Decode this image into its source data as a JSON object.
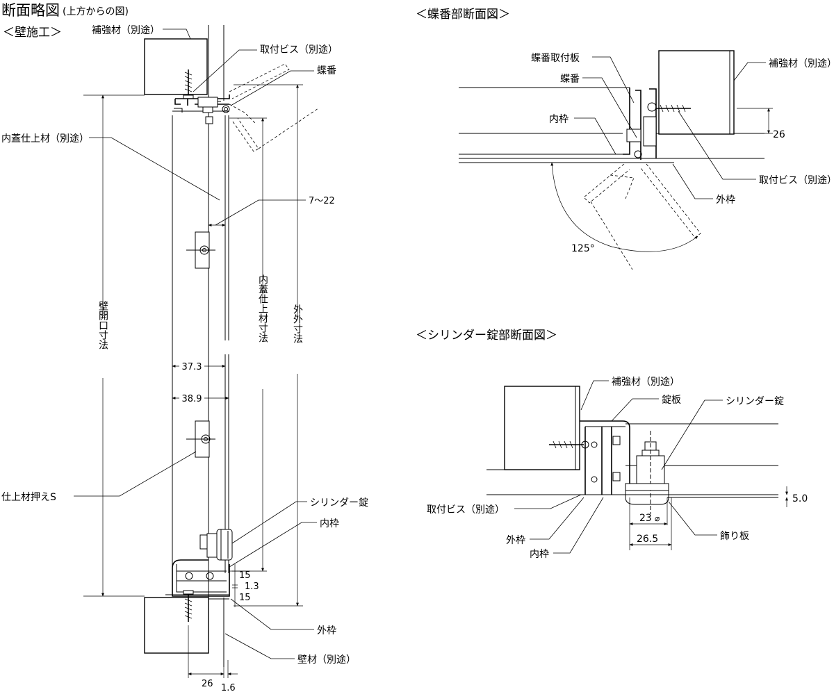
{
  "title": {
    "main": "断面略図",
    "sub": "(上方からの図)"
  },
  "wall_section": {
    "label": "＜壁施工＞",
    "callouts": {
      "reinforcement": "補強材（別途）",
      "screw": "取付ビス（別途）",
      "hinge": "蝶番",
      "inner_trim": "内蓋仕上材（別途）",
      "gap": "7～22",
      "finish_holder": "仕上材押えS",
      "cylinder_lock": "シリンダー錠",
      "inner_frame": "内枠",
      "outer_frame": "外枠",
      "wall_material": "壁材（別途）"
    },
    "dimensions": {
      "wall_opening": "壁開口寸法",
      "inner_trim_size": "内蓋仕上材寸法",
      "outer_size": "外外寸法",
      "d37_3": "37.3",
      "d38_9": "38.9",
      "d15a": "15",
      "d1_3": "1.3",
      "d15b": "15",
      "d26": "26",
      "d1_6": "1.6"
    }
  },
  "hinge_section": {
    "label": "＜蝶番部断面図＞",
    "callouts": {
      "hinge_plate": "蝶番取付板",
      "hinge": "蝶番",
      "inner_frame": "内枠",
      "reinforcement": "補強材（別途）",
      "screw": "取付ビス（別途）",
      "outer_frame": "外枠"
    },
    "dimensions": {
      "d26": "26",
      "angle": "125°"
    }
  },
  "lock_section": {
    "label": "＜シリンダー錠部断面図＞",
    "callouts": {
      "reinforcement": "補強材（別途）",
      "lock_plate": "錠板",
      "cylinder_lock": "シリンダー錠",
      "screw": "取付ビス（別途）",
      "outer_frame": "外枠",
      "inner_frame": "内枠",
      "decor_plate": "飾り板"
    },
    "dimensions": {
      "d5_0": "5.0",
      "d23": "23",
      "phi": "⌀",
      "d26_5": "26.5"
    }
  }
}
